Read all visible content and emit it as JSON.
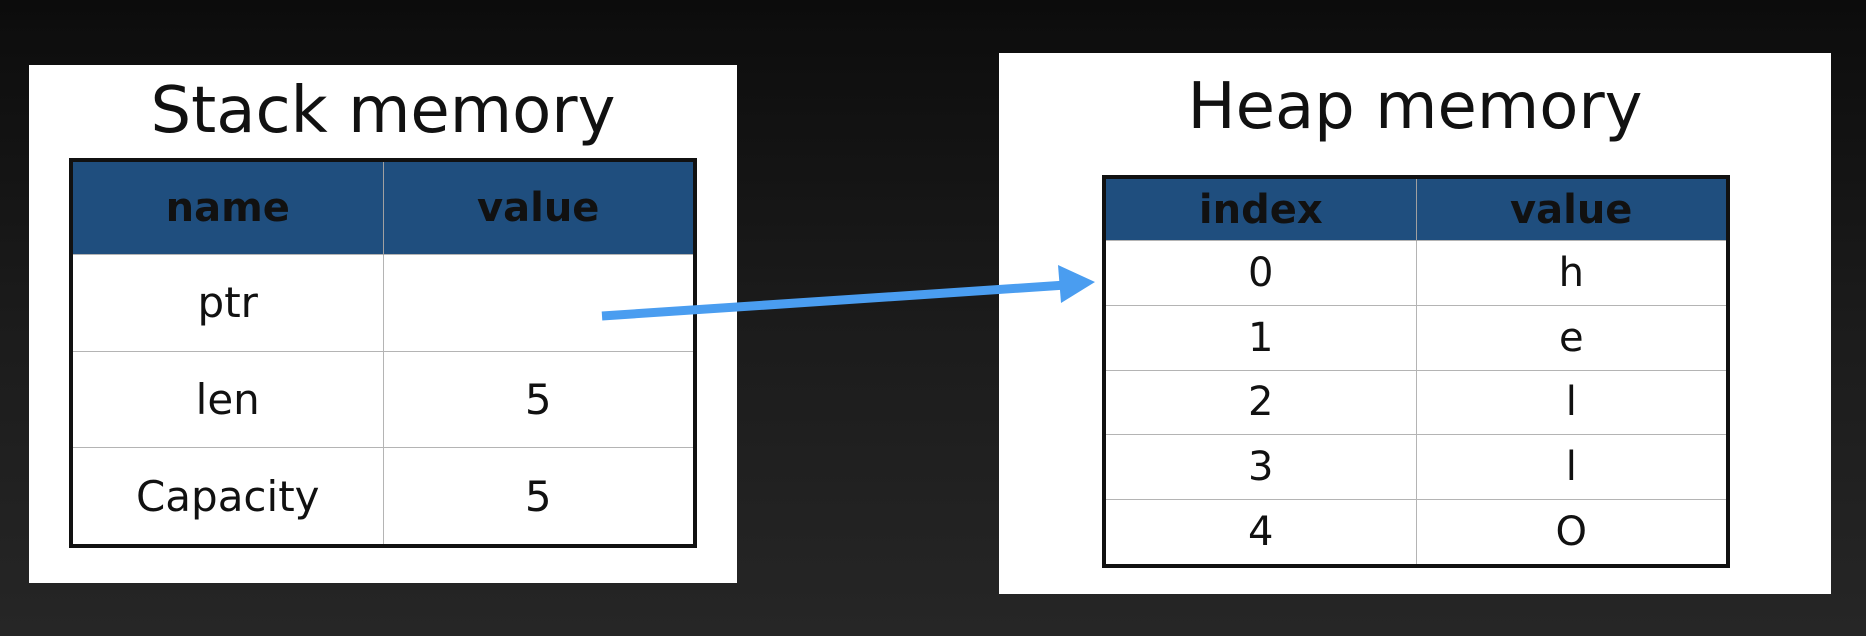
{
  "stack": {
    "title": "Stack memory",
    "headers": [
      "name",
      "value"
    ],
    "rows": [
      [
        "ptr",
        ""
      ],
      [
        "len",
        "5"
      ],
      [
        "Capacity",
        "5"
      ]
    ]
  },
  "heap": {
    "title": "Heap memory",
    "headers": [
      "index",
      "value"
    ],
    "rows": [
      [
        "0",
        "h"
      ],
      [
        "1",
        "e"
      ],
      [
        "2",
        "l"
      ],
      [
        "3",
        "l"
      ],
      [
        "4",
        "O"
      ]
    ]
  },
  "arrow": {
    "color": "#4a9df0"
  },
  "colors": {
    "header_fill": "#1f4e7e",
    "panel": "#ffffff"
  }
}
